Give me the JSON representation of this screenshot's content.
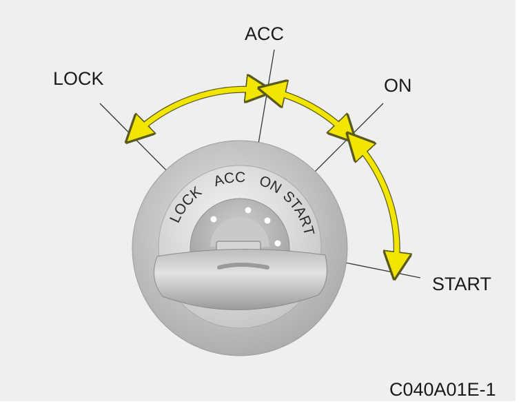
{
  "labels": {
    "lock": "LOCK",
    "acc": "ACC",
    "on": "ON",
    "start": "START"
  },
  "ring_labels": {
    "lock": "LOCK",
    "acc": "ACC",
    "on": "ON",
    "start": "START"
  },
  "figure_code": "C040A01E-1",
  "colors": {
    "arrow": "#f2e600",
    "arrow_outline": "#5a5a20",
    "background": "#efefef"
  }
}
